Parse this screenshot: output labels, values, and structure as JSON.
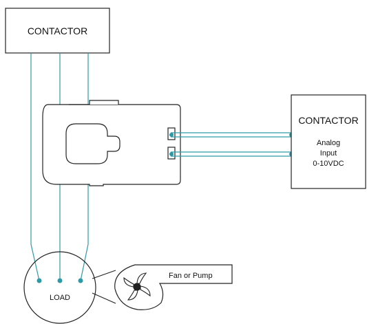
{
  "contactor_top": {
    "label": "CONTACTOR"
  },
  "contactor_right": {
    "label": "CONTACTOR",
    "input_line1": "Analog",
    "input_line2": "Input",
    "input_line3": "0-10VDC"
  },
  "load": {
    "label": "LOAD"
  },
  "fan": {
    "label": "Fan or Pump"
  },
  "colors": {
    "wire": "#2e9aa6",
    "outline": "#222222",
    "background": "#ffffff"
  }
}
